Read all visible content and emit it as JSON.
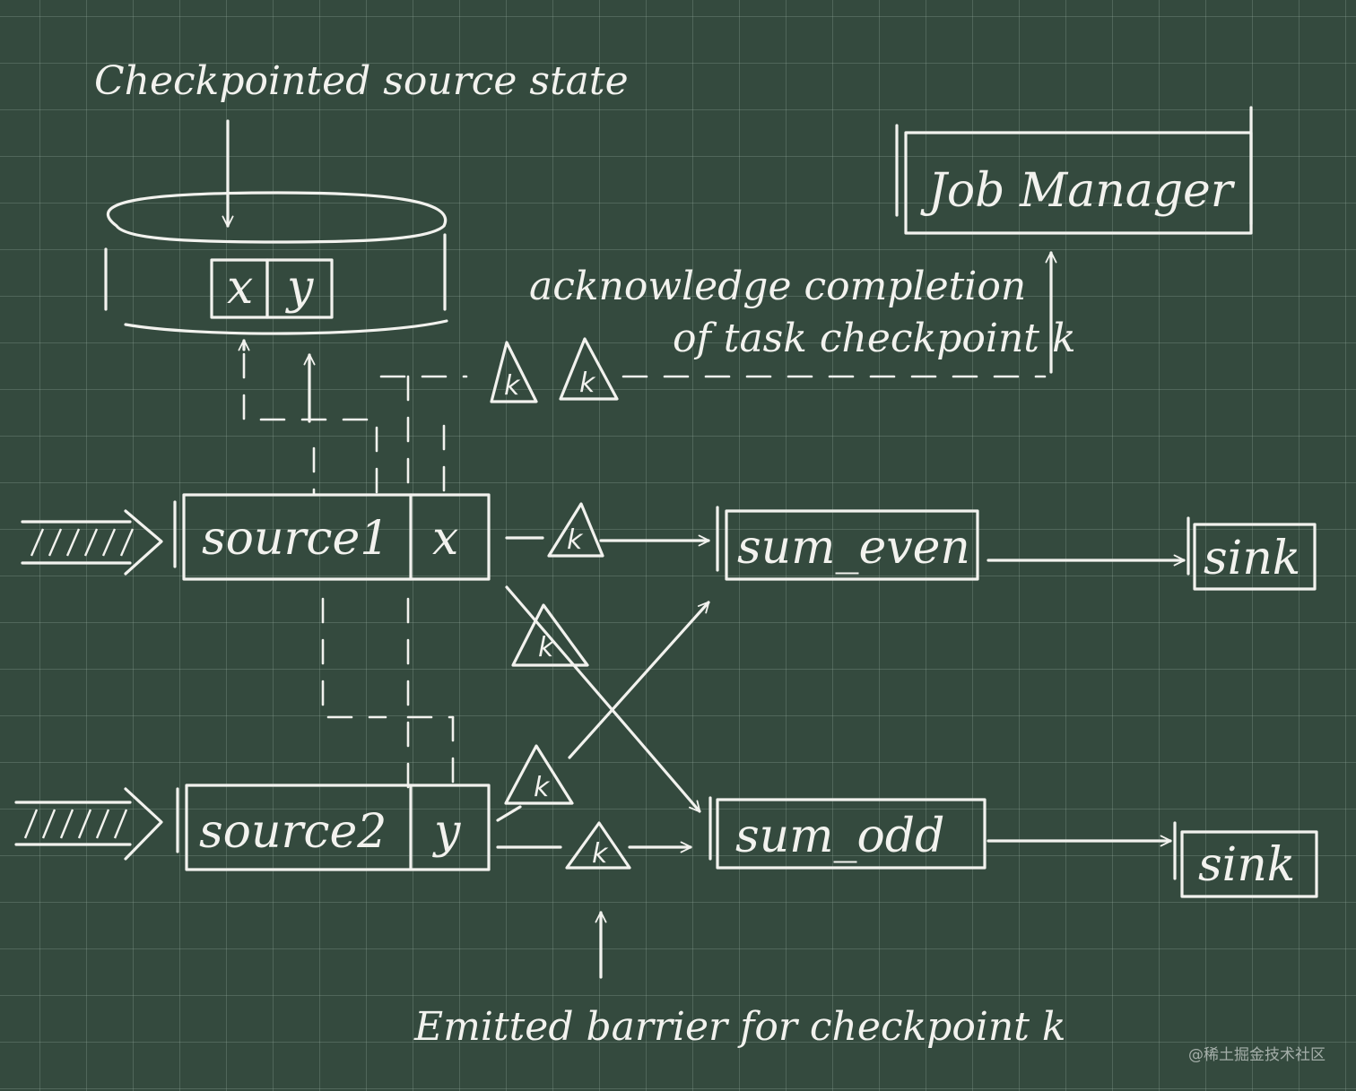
{
  "annotations": {
    "checkpointed_state": "Checkpointed source state",
    "acknowledge_line1": "acknowledge completion",
    "acknowledge_line2": "of task checkpoint k",
    "emitted_barrier": "Emitted barrier for checkpoint k"
  },
  "job_manager": {
    "label": "Job Manager"
  },
  "state_store": {
    "cells": [
      "x",
      "y"
    ]
  },
  "operators": {
    "source1": {
      "label": "source1",
      "state": "x"
    },
    "source2": {
      "label": "source2",
      "state": "y"
    },
    "sum_even": {
      "label": "sum_even"
    },
    "sum_odd": {
      "label": "sum_odd"
    },
    "sink_top": {
      "label": "sink"
    },
    "sink_bottom": {
      "label": "sink"
    }
  },
  "barrier": {
    "label": "k"
  },
  "watermark": "@稀土掘金技术社区"
}
